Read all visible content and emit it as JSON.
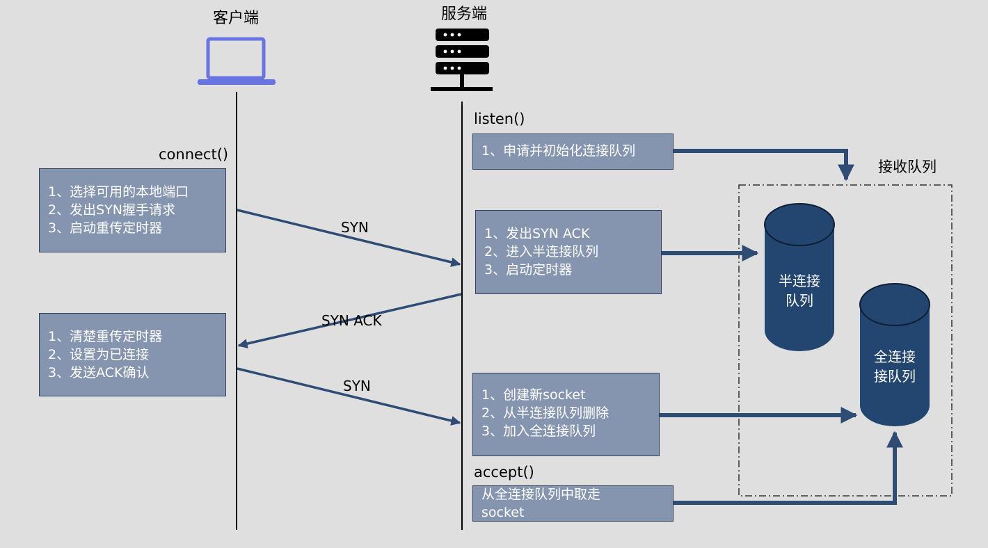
{
  "client": {
    "title": "客户端",
    "icon": "laptop-icon"
  },
  "server": {
    "title": "服务端",
    "icon": "server-rack-icon"
  },
  "calls": {
    "connect": "connect()",
    "listen": "listen()",
    "accept": "accept()"
  },
  "client_boxes": {
    "connect_steps": [
      "1、选择可用的本地端口",
      "2、发出SYN握手请求",
      "3、启动重传定时器"
    ],
    "ack_steps": [
      "1、清楚重传定时器",
      "2、设置为已连接",
      "3、发送ACK确认"
    ]
  },
  "server_boxes": {
    "listen_steps": [
      "1、申请并初始化连接队列"
    ],
    "synack_steps": [
      "1、发出SYN ACK",
      "2、进入半连接队列",
      "3、启动定时器"
    ],
    "accept_steps": [
      "1、创建新socket",
      "2、从半连接队列删除",
      "3、加入全连接队列"
    ],
    "take_steps": [
      "从全连接队列中取走",
      "socket"
    ]
  },
  "messages": {
    "syn_1": "SYN",
    "syn_ack": "SYN ACK",
    "syn_2": "SYN"
  },
  "queues": {
    "title": "接收队列",
    "half": [
      "半连接",
      "队列"
    ],
    "full": [
      "全连接",
      "接队列"
    ]
  },
  "colors": {
    "background": "#dfdfdf",
    "box_fill": "#8595af",
    "box_border": "#2d3f59",
    "arrow": "#2e4c74",
    "cylinder": "#234670",
    "laptop": "#6874e0"
  }
}
